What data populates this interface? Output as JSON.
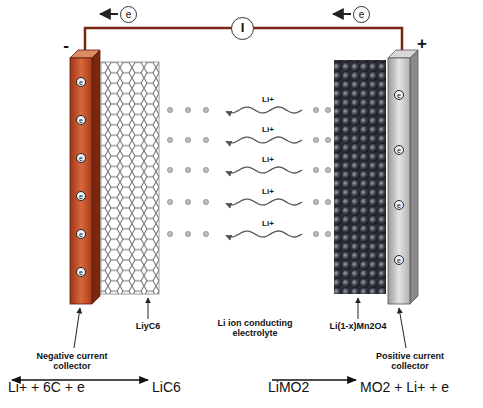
{
  "diagram": {
    "nodes": [
      {
        "text": [
          "e"
        ]
      },
      {
        "text": [
          "I"
        ]
      },
      {
        "text": [
          "e"
        ]
      },
      {
        "text": [
          "Li+ + 6C + e"
        ]
      },
      {
        "text": [
          "LiC6"
        ]
      },
      {
        "text": [
          "LiMO2"
        ]
      },
      {
        "text": [
          "MO2 + Li+ + e"
        ]
      }
    ],
    "edges": [
      {
        "from": 3,
        "to": 4,
        "arrow": "both"
      },
      {
        "from": 5,
        "to": 6,
        "arrow": "to"
      }
    ],
    "labels": [
      "-",
      "+",
      "e",
      "e",
      "e",
      "e",
      "e",
      "e",
      "e",
      "e",
      "e",
      "e",
      "Li+",
      "Li+",
      "Li+",
      "Li+",
      "Li+",
      "LiyC6",
      "Li ion conducting electrolyte",
      "Li(1-x)Mn2O4",
      "Negative current collector",
      "Positive current collector"
    ]
  }
}
